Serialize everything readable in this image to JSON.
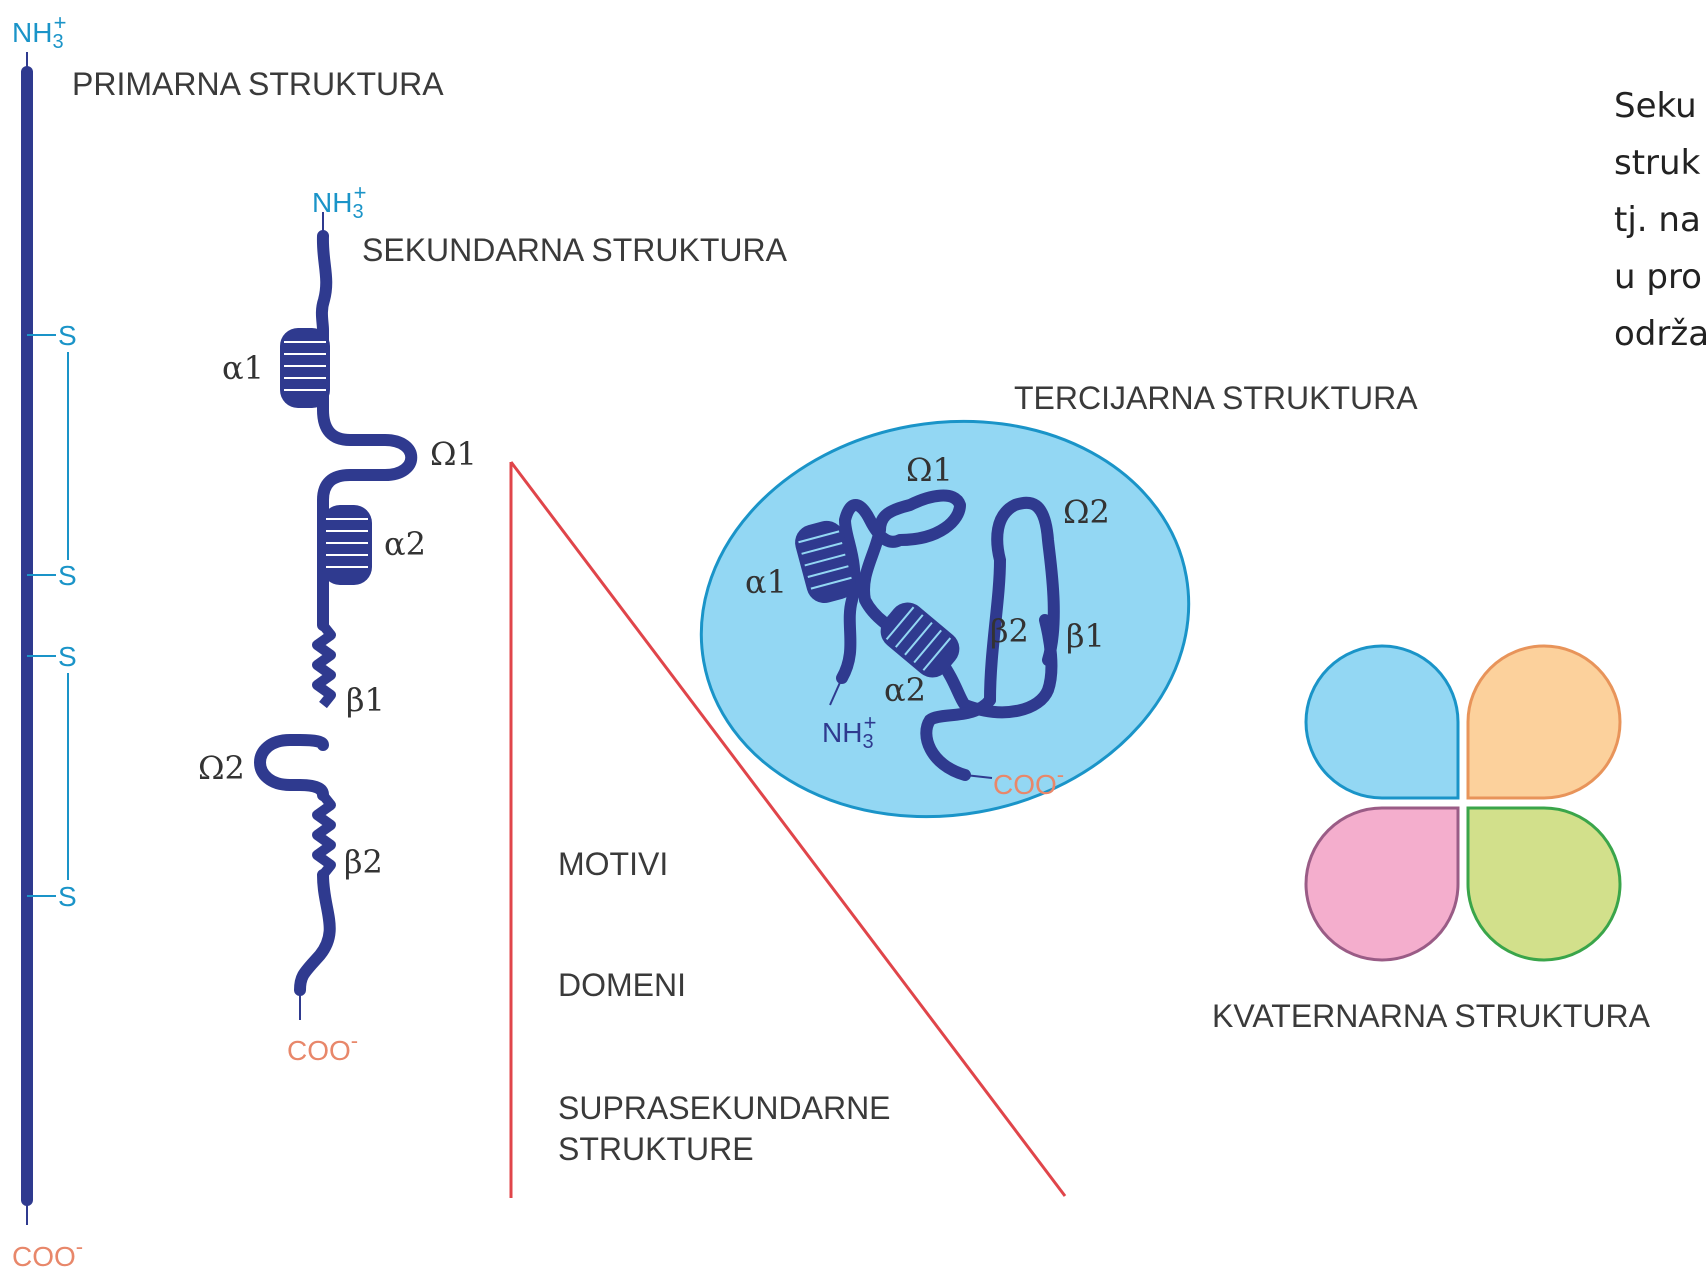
{
  "labels": {
    "primary": "PRIMARNA STRUKTURA",
    "secondary": "SEKUNDARNA STRUKTURA",
    "tertiary": "TERCIJARNA STRUKTURA",
    "quaternary": "KVATERNARNA STRUKTURA",
    "motifs": "MOTIVI",
    "domains": "DOMENI",
    "supra1": "SUPRASEKUNDARNE",
    "supra2": "STRUKTURE"
  },
  "terminals": {
    "nh": "NH",
    "nh_sub": "3",
    "nh_sup": "+",
    "coo": "COO",
    "coo_sup": "-",
    "sulfur": "S"
  },
  "greek": {
    "alpha1": "α1",
    "alpha2": "α2",
    "beta1": "β1",
    "beta2": "β2",
    "omega1": "Ω1",
    "omega2": "Ω2"
  },
  "side_text": [
    "Seku",
    "struk",
    "tj. na",
    "u pro",
    "održa"
  ],
  "colors": {
    "chain": "#2f3a8f",
    "disulfide": "#1a94c8",
    "nh_terminal": "#1a94c8",
    "coo_terminal": "#e8876a",
    "triangle": "#e0454a",
    "ellipse_fill": "#93d7f3",
    "ellipse_stroke": "#1a94c8",
    "subunit_blue": "#93d7f3",
    "subunit_orange": "#fcd19c",
    "subunit_pink": "#f4aecd",
    "subunit_green": "#d2e08b"
  }
}
